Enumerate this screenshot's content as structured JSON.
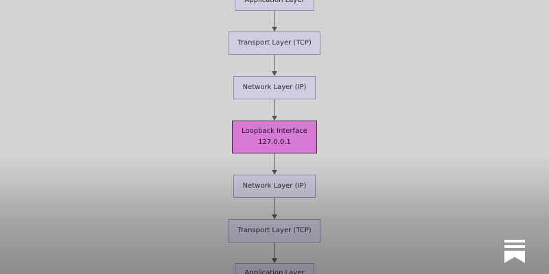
{
  "diagram": {
    "nodes": [
      {
        "id": "app-top",
        "lines": [
          "Application Layer"
        ],
        "kind": "layer"
      },
      {
        "id": "tcp-top",
        "lines": [
          "Transport Layer (TCP)"
        ],
        "kind": "layer"
      },
      {
        "id": "ip-top",
        "lines": [
          "Network Layer (IP)"
        ],
        "kind": "layer"
      },
      {
        "id": "loopback",
        "lines": [
          "Loopback Interface",
          "127.0.0.1"
        ],
        "kind": "loopback"
      },
      {
        "id": "ip-bottom",
        "lines": [
          "Network Layer (IP)"
        ],
        "kind": "layer"
      },
      {
        "id": "tcp-bottom",
        "lines": [
          "Transport Layer (TCP)"
        ],
        "kind": "layer"
      },
      {
        "id": "app-bottom",
        "lines": [
          "Application Layer"
        ],
        "kind": "layer"
      }
    ],
    "edges": [
      [
        "app-top",
        "tcp-top"
      ],
      [
        "tcp-top",
        "ip-top"
      ],
      [
        "ip-top",
        "loopback"
      ],
      [
        "loopback",
        "ip-bottom"
      ],
      [
        "ip-bottom",
        "tcp-bottom"
      ],
      [
        "tcp-bottom",
        "app-bottom"
      ]
    ]
  },
  "colors": {
    "background": "#d4d4d4",
    "layer_fill": "#cfcde0",
    "layer_border": "#8e8aa8",
    "loopback_fill": "#d67ad6",
    "arrow": "#555555"
  },
  "logo": {
    "icon": "bookmark-stack-icon"
  }
}
